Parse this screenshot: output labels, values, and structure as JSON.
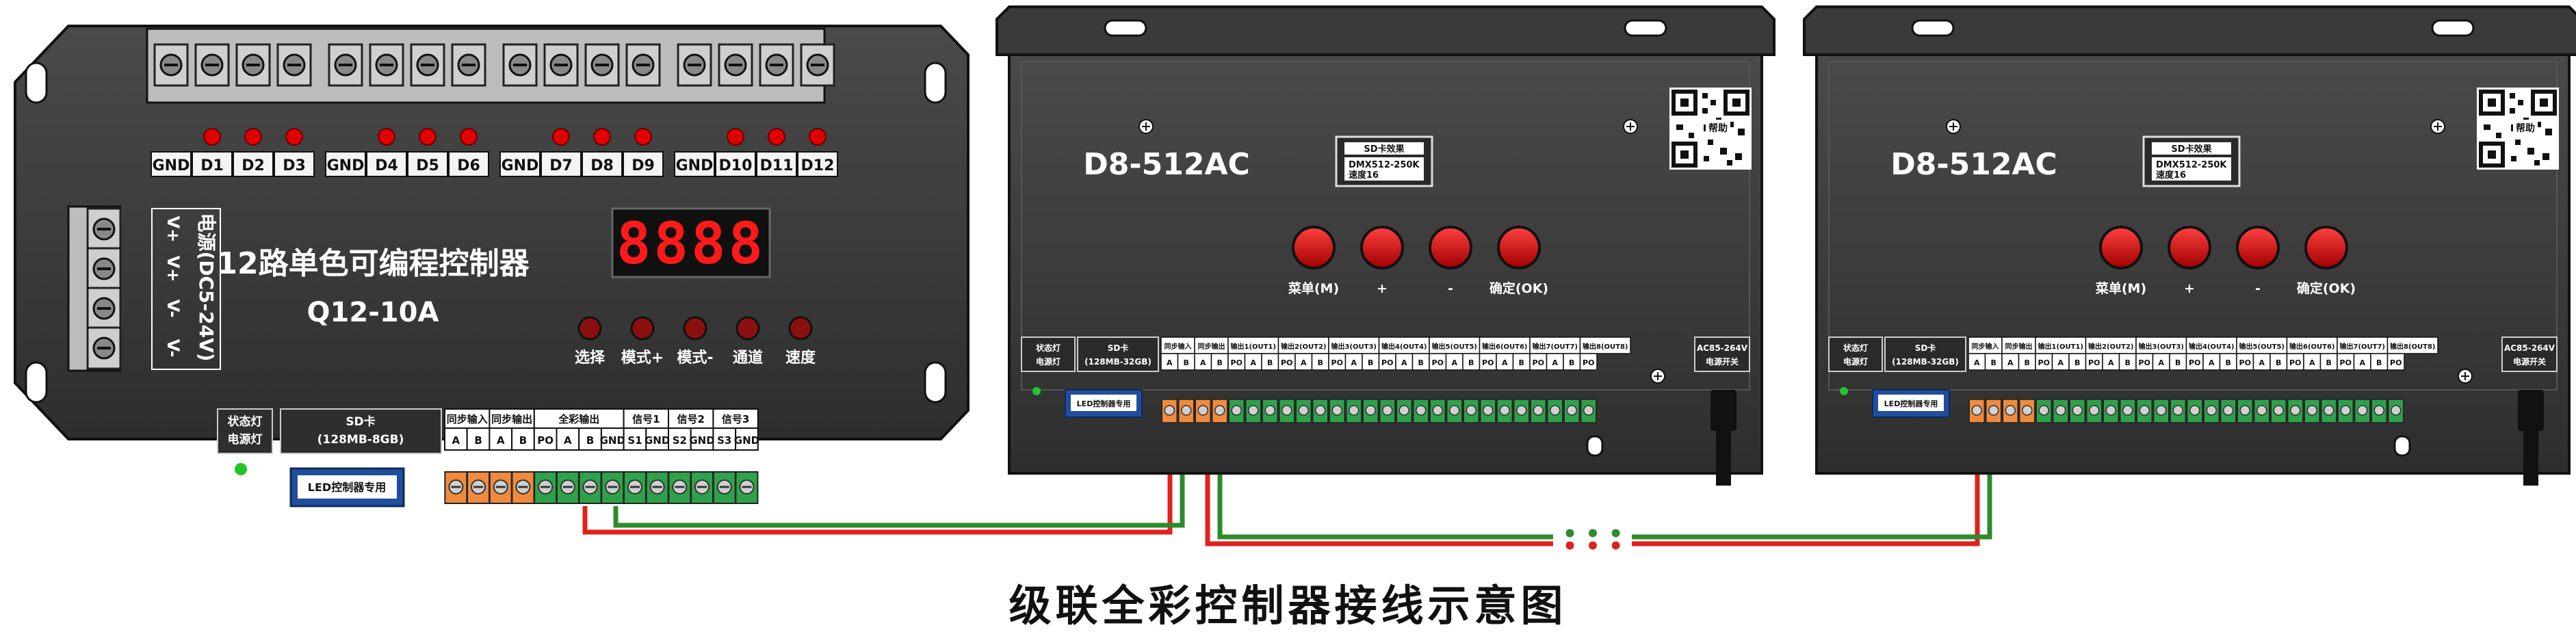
{
  "controller_left": {
    "model_title": "12路单色可编程控制器",
    "model_code": "Q12-10A",
    "display": "8888",
    "top_terminal_labels": [
      "GND",
      "D1",
      "D2",
      "D3",
      "GND",
      "D4",
      "D5",
      "D6",
      "GND",
      "D7",
      "D8",
      "D9",
      "GND",
      "D10",
      "D11",
      "D12"
    ],
    "power_labels": [
      "V+",
      "V+",
      "V-",
      "V-"
    ],
    "power_caption": "电源(DC5-24V)",
    "buttons": [
      "选择",
      "模式+",
      "模式-",
      "通道",
      "速度"
    ],
    "status_caption_1": "状态灯",
    "status_caption_2": "电源灯",
    "sd_caption_1": "SD卡",
    "sd_caption_2": "(128MB-8GB)",
    "sd_card_text": "LED控制器专用",
    "port_groups": [
      "同步输入",
      "同步输出",
      "全彩输出",
      "信号1",
      "信号2",
      "信号3"
    ],
    "port_pins": [
      "A",
      "B",
      "A",
      "B",
      "PO",
      "A",
      "B",
      "GND",
      "S1",
      "GND",
      "S2",
      "GND",
      "S3",
      "GND"
    ]
  },
  "controller_unit": {
    "model": "D8-512AC",
    "help_text": "帮助",
    "info_box_title": "SD卡效果",
    "info_box_line1": "DMX512-250K",
    "info_box_line2": "速度16",
    "buttons": [
      "菜单(M)",
      "+",
      "-",
      "确定(OK)"
    ],
    "status_caption_1": "状态灯",
    "status_caption_2": "电源灯",
    "sd_caption_1": "SD卡",
    "sd_caption_2": "(128MB-32GB)",
    "sd_card_text": "LED控制器专用",
    "group_headers": [
      "同步输入",
      "同步输出",
      "输出1(OUT1)",
      "输出2(OUT2)",
      "输出3(OUT3)",
      "输出4(OUT4)",
      "输出5(OUT5)",
      "输出6(OUT6)",
      "输出7(OUT7)",
      "输出8(OUT8)"
    ],
    "pins": [
      "A",
      "B",
      "A",
      "B",
      "PO",
      "A",
      "B",
      "PO",
      "A",
      "B",
      "PO",
      "A",
      "B",
      "PO",
      "A",
      "B",
      "PO",
      "A",
      "B",
      "PO",
      "A",
      "B",
      "PO",
      "A",
      "B",
      "PO"
    ],
    "power_caption_1": "AC85-264V",
    "power_caption_2": "电源开关"
  },
  "dots": "• • •",
  "caption": "级联全彩控制器接线示意图",
  "colors": {
    "body": "#3a3a3a",
    "terminal_orange": "#f08a3c",
    "terminal_green": "#2ea24a",
    "led_red": "#e00000",
    "wire_red": "#e0211d",
    "wire_green": "#2d8b2d"
  }
}
